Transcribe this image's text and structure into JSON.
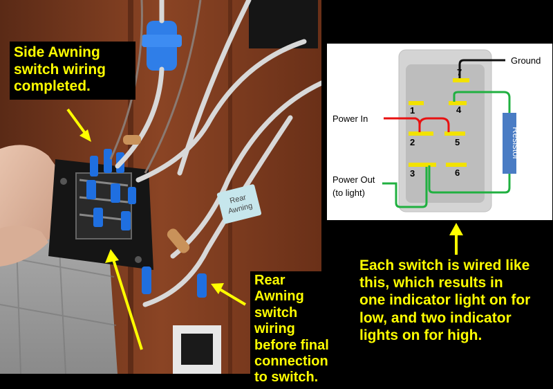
{
  "captions": {
    "side_awning": "Side Awning\nswitch wiring\ncompleted.",
    "rear_awning": "Rear Awning\nswitch wiring\nbefore final\nconnection\nto switch.",
    "each_switch": "Each switch is wired like\nthis, which results in\none indicator light on for\nlow, and two indicator\nlights on for high."
  },
  "photo": {
    "tag_text": "Rear\nAwning"
  },
  "diagram": {
    "labels": {
      "ground": "Ground",
      "power_in": "Power In",
      "power_out": "Power Out",
      "to_light": "(to light)",
      "resistor": "Resistor"
    },
    "terminals": [
      "1",
      "2",
      "3",
      "4",
      "5",
      "6",
      "7"
    ]
  },
  "colors": {
    "caption": "#ffff00",
    "wire_red": "#e81010",
    "wire_green": "#20b040",
    "wire_black": "#111111",
    "terminal": "#f2e200",
    "resistor": "#4a7cc4",
    "arrow": "#ffff00"
  }
}
